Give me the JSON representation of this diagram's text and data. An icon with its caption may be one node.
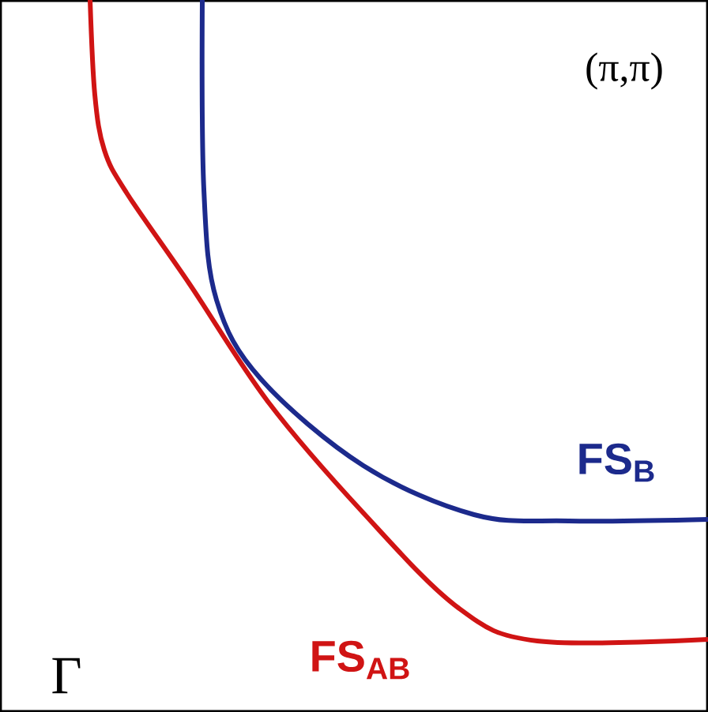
{
  "diagram": {
    "labels": [
      "(π,π)",
      "Γ",
      "FS$_{B}$",
      "FS$_{AB}$"
    ]
  }
}
